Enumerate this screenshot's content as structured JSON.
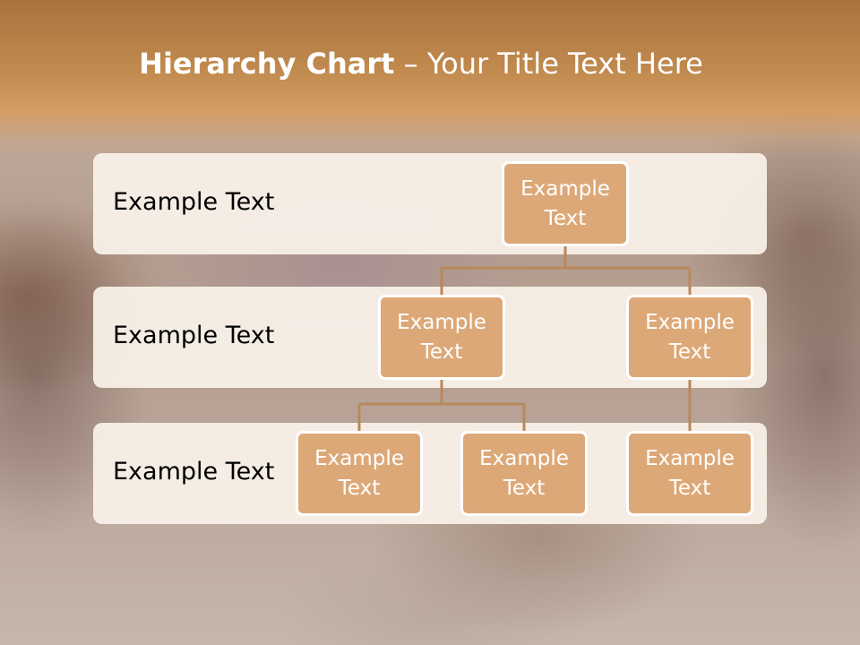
{
  "title": {
    "bold_part": "Hierarchy Chart",
    "rest": " – Your Title Text Here"
  },
  "rows": [
    {
      "label": "Example Text"
    },
    {
      "label": "Example Text"
    },
    {
      "label": "Example Text"
    }
  ],
  "nodes": {
    "root": {
      "line1": "Example",
      "line2": "Text"
    },
    "level2_left": {
      "line1": "Example",
      "line2": "Text"
    },
    "level2_right": {
      "line1": "Example",
      "line2": "Text"
    },
    "level3_a": {
      "line1": "Example",
      "line2": "Text"
    },
    "level3_b": {
      "line1": "Example",
      "line2": "Text"
    },
    "level3_c": {
      "line1": "Example",
      "line2": "Text"
    }
  },
  "colors": {
    "title_bar": "#c18a4e",
    "node_fill": "#dca878",
    "node_border": "#ffffff",
    "connector": "#b8895a",
    "row_band": "#faf3ea"
  }
}
